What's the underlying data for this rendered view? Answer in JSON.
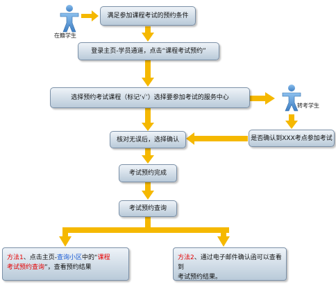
{
  "nodes": {
    "start": "满足参加课程考试的预约条件",
    "login": "登录主页-学员通道，点击“课程考试预约”",
    "select": "选择预约考试课程（标记‘√’）选择要参加考试的服务中心",
    "confirm_center": "是否确认到XXX考点参加考试",
    "verify": "核对无误后，选择确认",
    "done": "考试预约完成",
    "query": "考试预约查询"
  },
  "actors": {
    "enrolled": "在籍学生",
    "transfer": "转考学生"
  },
  "methods": {
    "m1": {
      "label": "方法1",
      "p1": "、点击主页-",
      "link": "查询小区",
      "p2": "中的“",
      "link2a": "课程",
      "link2b": "考试预约查询",
      "p3": "”，查看预约结果"
    },
    "m2": {
      "label": "方法2",
      "p1": "、通过电子邮件确认函可以查看到",
      "p2": "考试预约结果。"
    }
  },
  "colors": {
    "arrow": "#f5b800",
    "person": "#5b9bd5",
    "box_border": "#7a8fa6"
  },
  "icons": {
    "person": "person-icon"
  }
}
